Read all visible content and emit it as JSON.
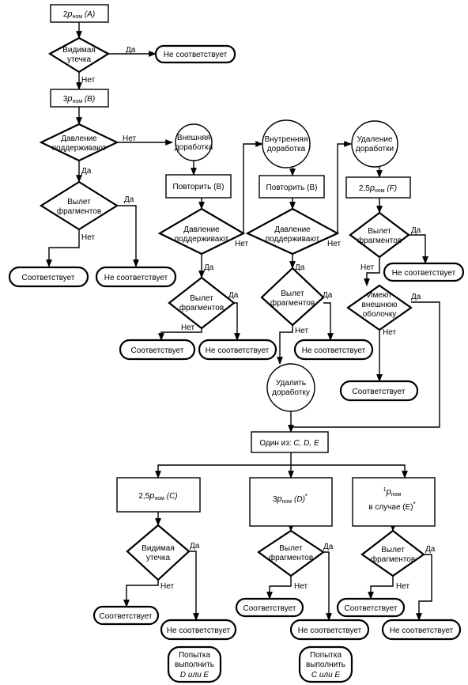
{
  "boxes": {
    "a": {
      "pre": "2",
      "p": "p",
      "sub": "ном",
      "post": " (A)"
    },
    "b": {
      "pre": "3",
      "p": "p",
      "sub": "ном",
      "post": " (B)"
    },
    "repeat1": "Повторить (B)",
    "repeat2": "Повторить (B)",
    "f": {
      "pre": "2,5",
      "p": "p",
      "sub": "ном",
      "post": " (F)"
    },
    "choose": {
      "lead": "Один из: ",
      "options": "C, D, E"
    },
    "c": {
      "pre": "2,5",
      "p": "p",
      "sub": "ном",
      "post": " (C)"
    },
    "d": {
      "pre": "3",
      "p": "p",
      "sub": "ном",
      "post": " (D)",
      "star": "*"
    },
    "e": {
      "sup": "1",
      "p": "p",
      "sub": "ном",
      "line2": "в случае (E)",
      "star": "*"
    }
  },
  "decisions": {
    "leak1": [
      "Видимая",
      "утечка"
    ],
    "pressure1": [
      "Давление",
      "поддерживают"
    ],
    "frag1": [
      "Вылет",
      "фрагментов"
    ],
    "pressure2": [
      "Давление",
      "поддерживают"
    ],
    "frag2": [
      "Вылет",
      "фрагментов"
    ],
    "pressure3": [
      "Давление",
      "поддерживают"
    ],
    "frag3": [
      "Вылет",
      "фрагментов"
    ],
    "frag4": [
      "Вылет",
      "фрагментов"
    ],
    "shell": [
      "Имеют",
      "внешнюю",
      "оболочку"
    ],
    "leak2": [
      "Видимая",
      "утечка"
    ],
    "frag5": [
      "Вылет",
      "фрагментов"
    ],
    "frag6": [
      "Вылет",
      "фрагментов"
    ]
  },
  "circles": {
    "ext": [
      "Внешняя",
      "доработка"
    ],
    "int": [
      "Внутренняя",
      "доработка"
    ],
    "remove": [
      "Удаление",
      "доработки"
    ],
    "delete": [
      "Удалить",
      "доработку"
    ]
  },
  "terminals": {
    "t1": "Не соответствует",
    "t2": "Соответствует",
    "t3": "Не соответствует",
    "t4": "Соответствует",
    "t5": "Не соответствует",
    "t6": "Не соответствует",
    "t7": "Не соответствует",
    "t8": "Соответствует",
    "t9": "Соответствует",
    "t10": "Не соответствует",
    "t11": "Соответствует",
    "t12": "Не соответствует",
    "t13": "Соответствует",
    "t14": "Не соответствует"
  },
  "notes": {
    "n1": [
      "Попытка",
      "выполнить",
      "D или E"
    ],
    "n2": [
      "Попытка",
      "выполнить",
      "C или E"
    ]
  },
  "labels": {
    "yes": "Да",
    "no": "Нет"
  }
}
